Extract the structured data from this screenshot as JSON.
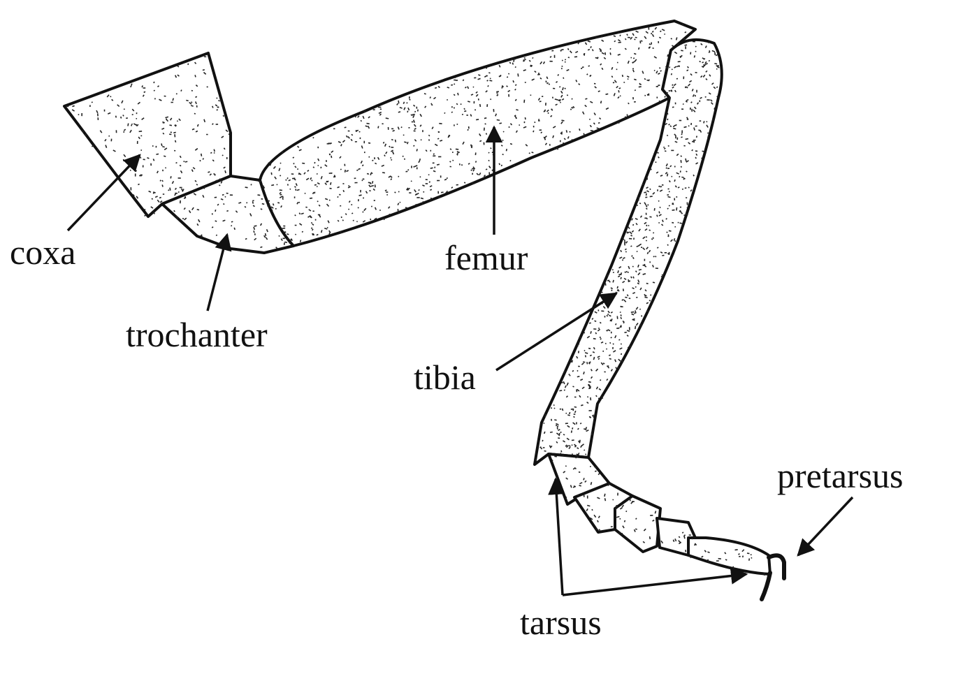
{
  "labels": {
    "coxa": "coxa",
    "trochanter": "trochanter",
    "femur": "femur",
    "tibia": "tibia",
    "tarsus": "tarsus",
    "pretarsus": "pretarsus"
  },
  "colors": {
    "ink": "#111111",
    "background": "#ffffff"
  }
}
